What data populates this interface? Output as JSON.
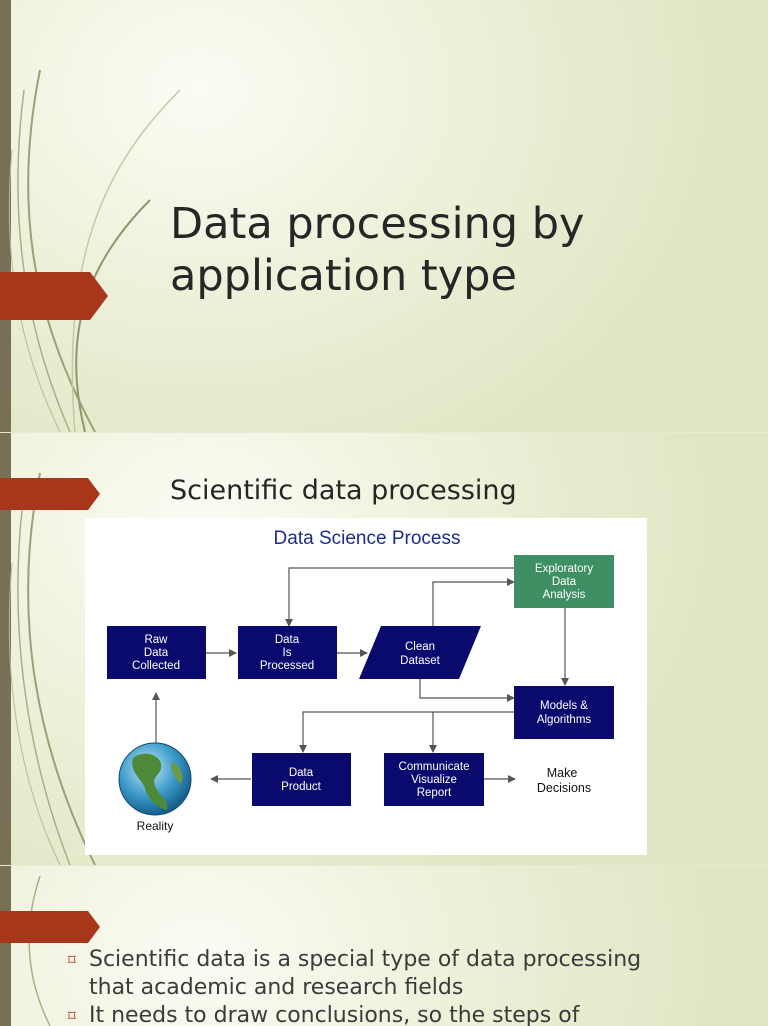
{
  "slide1": {
    "title_line1": "Data processing by",
    "title_line2": "application type"
  },
  "slide2": {
    "heading": "Scientific data processing",
    "diagram": {
      "title": "Data Science Process",
      "nodes": {
        "raw": [
          "Raw",
          "Data",
          "Collected"
        ],
        "processed": [
          "Data",
          "Is",
          "Processed"
        ],
        "clean": [
          "Clean",
          "Dataset"
        ],
        "eda": [
          "Exploratory",
          "Data",
          "Analysis"
        ],
        "models": [
          "Models &",
          "Algorithms"
        ],
        "product": [
          "Data",
          "Product"
        ],
        "communicate": [
          "Communicate",
          "Visualize",
          "Report"
        ],
        "decisions": [
          "Make",
          "Decisions"
        ],
        "reality": "Reality"
      }
    }
  },
  "slide3": {
    "bullet_marker": "⌑",
    "bullets": [
      "Scientific data is a special type of data processing that academic and research fields",
      "It needs to draw conclusions, so the steps of"
    ]
  },
  "colors": {
    "accent": "#a8361a",
    "box_fill": "#0a0a6e",
    "eda_fill": "#3f8f64",
    "sidebar": "#7a6e55"
  }
}
